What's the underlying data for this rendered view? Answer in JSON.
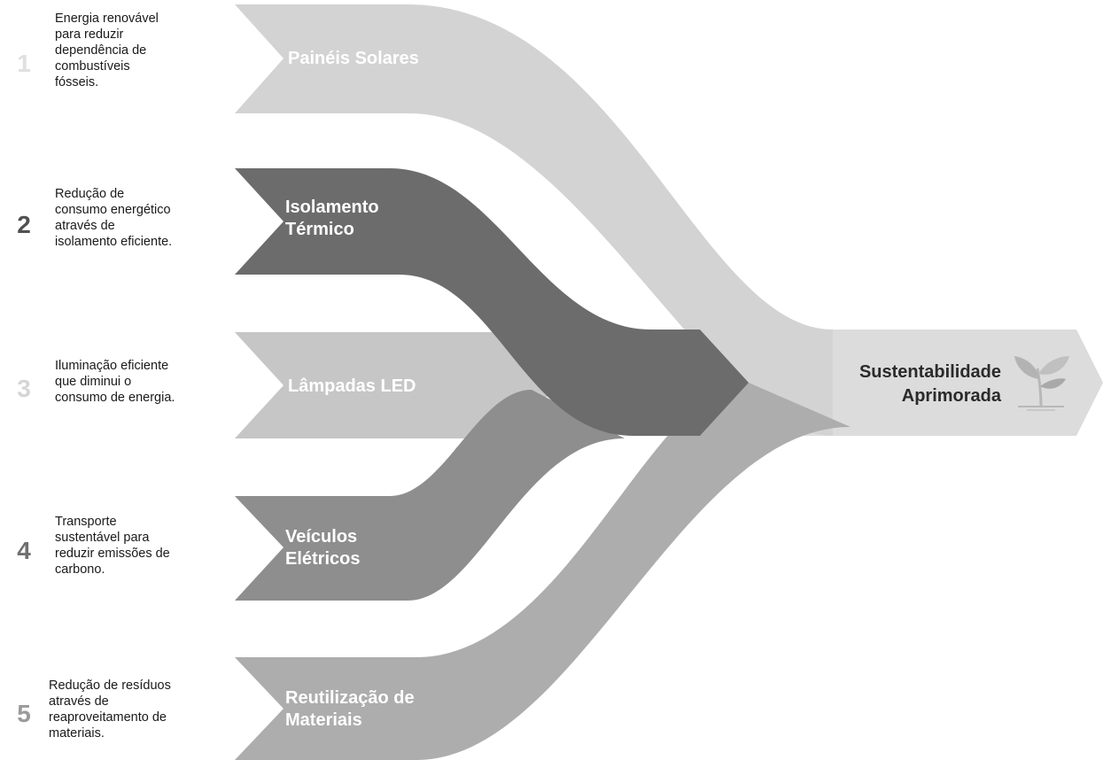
{
  "goal": {
    "line1": "Sustentabilidade",
    "line2": "Aprimorada",
    "icon": "leaf-sprout-icon"
  },
  "items": [
    {
      "number": "1",
      "label_lines": [
        "Painéis Solares"
      ],
      "desc_lines": [
        "Energia renovável",
        "para reduzir",
        "dependência de",
        "combustíveis",
        "fósseis."
      ],
      "color": "#d3d3d3"
    },
    {
      "number": "2",
      "label_lines": [
        "Isolamento",
        "Térmico"
      ],
      "desc_lines": [
        "Redução de",
        "consumo energético",
        "através de",
        "isolamento eficiente."
      ],
      "color": "#6c6c6c"
    },
    {
      "number": "3",
      "label_lines": [
        "Lâmpadas LED"
      ],
      "desc_lines": [
        "Iluminação eficiente",
        "que diminui o",
        "consumo de energia."
      ],
      "color": "#c6c6c6"
    },
    {
      "number": "4",
      "label_lines": [
        "Veículos",
        "Elétricos"
      ],
      "desc_lines": [
        "Transporte",
        "sustentável para",
        "reduzir emissões de",
        "carbono."
      ],
      "color": "#8e8e8e"
    },
    {
      "number": "5",
      "label_lines": [
        "Reutilização de",
        "Materiais"
      ],
      "desc_lines": [
        "Redução de resíduos",
        "através de",
        "reaproveitamento de",
        "materiais."
      ],
      "color": "#adadad"
    }
  ],
  "goal_color": "#dcdcdc"
}
